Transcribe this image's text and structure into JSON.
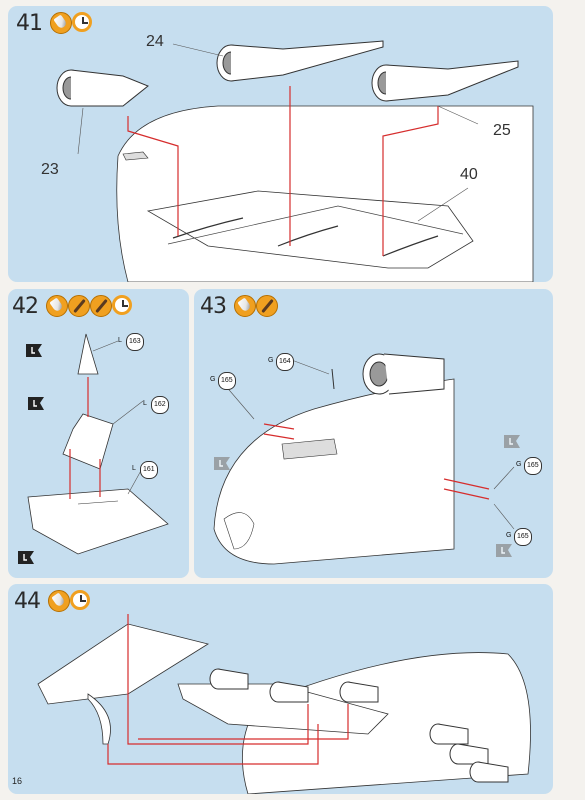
{
  "page": {
    "number": "16"
  },
  "steps": [
    {
      "number": "41",
      "callouts": [
        "24",
        "25",
        "23",
        "40"
      ]
    },
    {
      "number": "42",
      "parts": [
        {
          "letter": "L",
          "number": "163"
        },
        {
          "letter": "L",
          "number": "162"
        },
        {
          "letter": "L",
          "number": "161"
        }
      ]
    },
    {
      "number": "43",
      "parts": [
        {
          "letter": "G",
          "number": "164"
        },
        {
          "letter": "G",
          "number": "165"
        },
        {
          "letter": "G",
          "number": "165"
        },
        {
          "letter": "G",
          "number": "165"
        }
      ]
    },
    {
      "number": "44"
    }
  ],
  "icons": [
    "glue-icon",
    "paint-icon",
    "clock-icon",
    "decal-flag-icon"
  ],
  "colors": {
    "panel": "#c6deef",
    "accent": "#f0a020",
    "arrow": "#d62d2d"
  }
}
